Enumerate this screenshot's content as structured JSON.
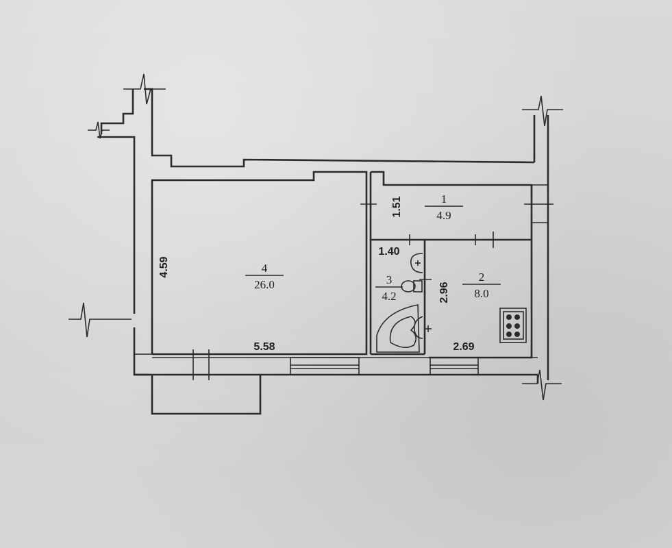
{
  "rooms": [
    {
      "number": "1",
      "area": "4.9"
    },
    {
      "number": "2",
      "area": "8.0"
    },
    {
      "number": "3",
      "area": "4.2"
    },
    {
      "number": "4",
      "area": "26.0"
    }
  ],
  "dimensions": {
    "room1_depth": "1.51",
    "room3_width": "1.40",
    "room2_depth": "2.96",
    "room4_depth": "4.59",
    "room4_width": "5.58",
    "room2_width": "2.69"
  }
}
